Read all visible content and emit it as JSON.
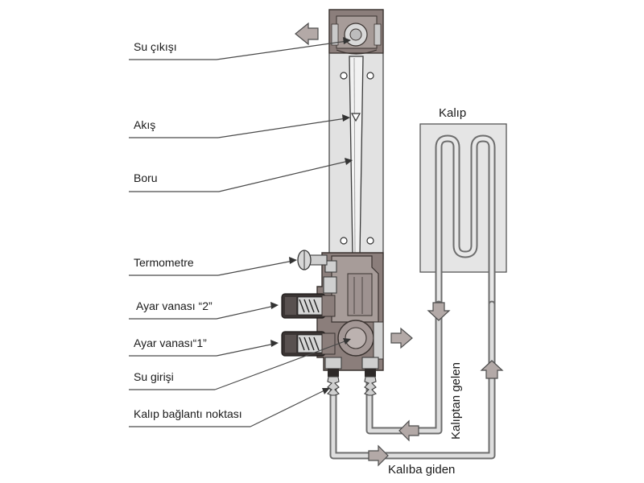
{
  "labels": {
    "su_cikisi": "Su çıkışı",
    "akis": "Akış",
    "boru": "Boru",
    "termometre": "Termometre",
    "ayar_vanasi_2": "Ayar vanası “2”",
    "ayar_vanasi_1": "Ayar vanası“1”",
    "su_girisi": "Su girişi",
    "kalip_baglanti": "Kalıp bağlantı noktası",
    "kalip": "Kalıp",
    "kaliptan_gelen": "Kalıptan gelen",
    "kaliba_giden": "Kalıba giden"
  },
  "colors": {
    "body": "#8b7e7b",
    "tube_panel": "#e2e2e2",
    "mold_panel": "#e5e5e5",
    "arrow_fill": "#b3a9a7"
  }
}
